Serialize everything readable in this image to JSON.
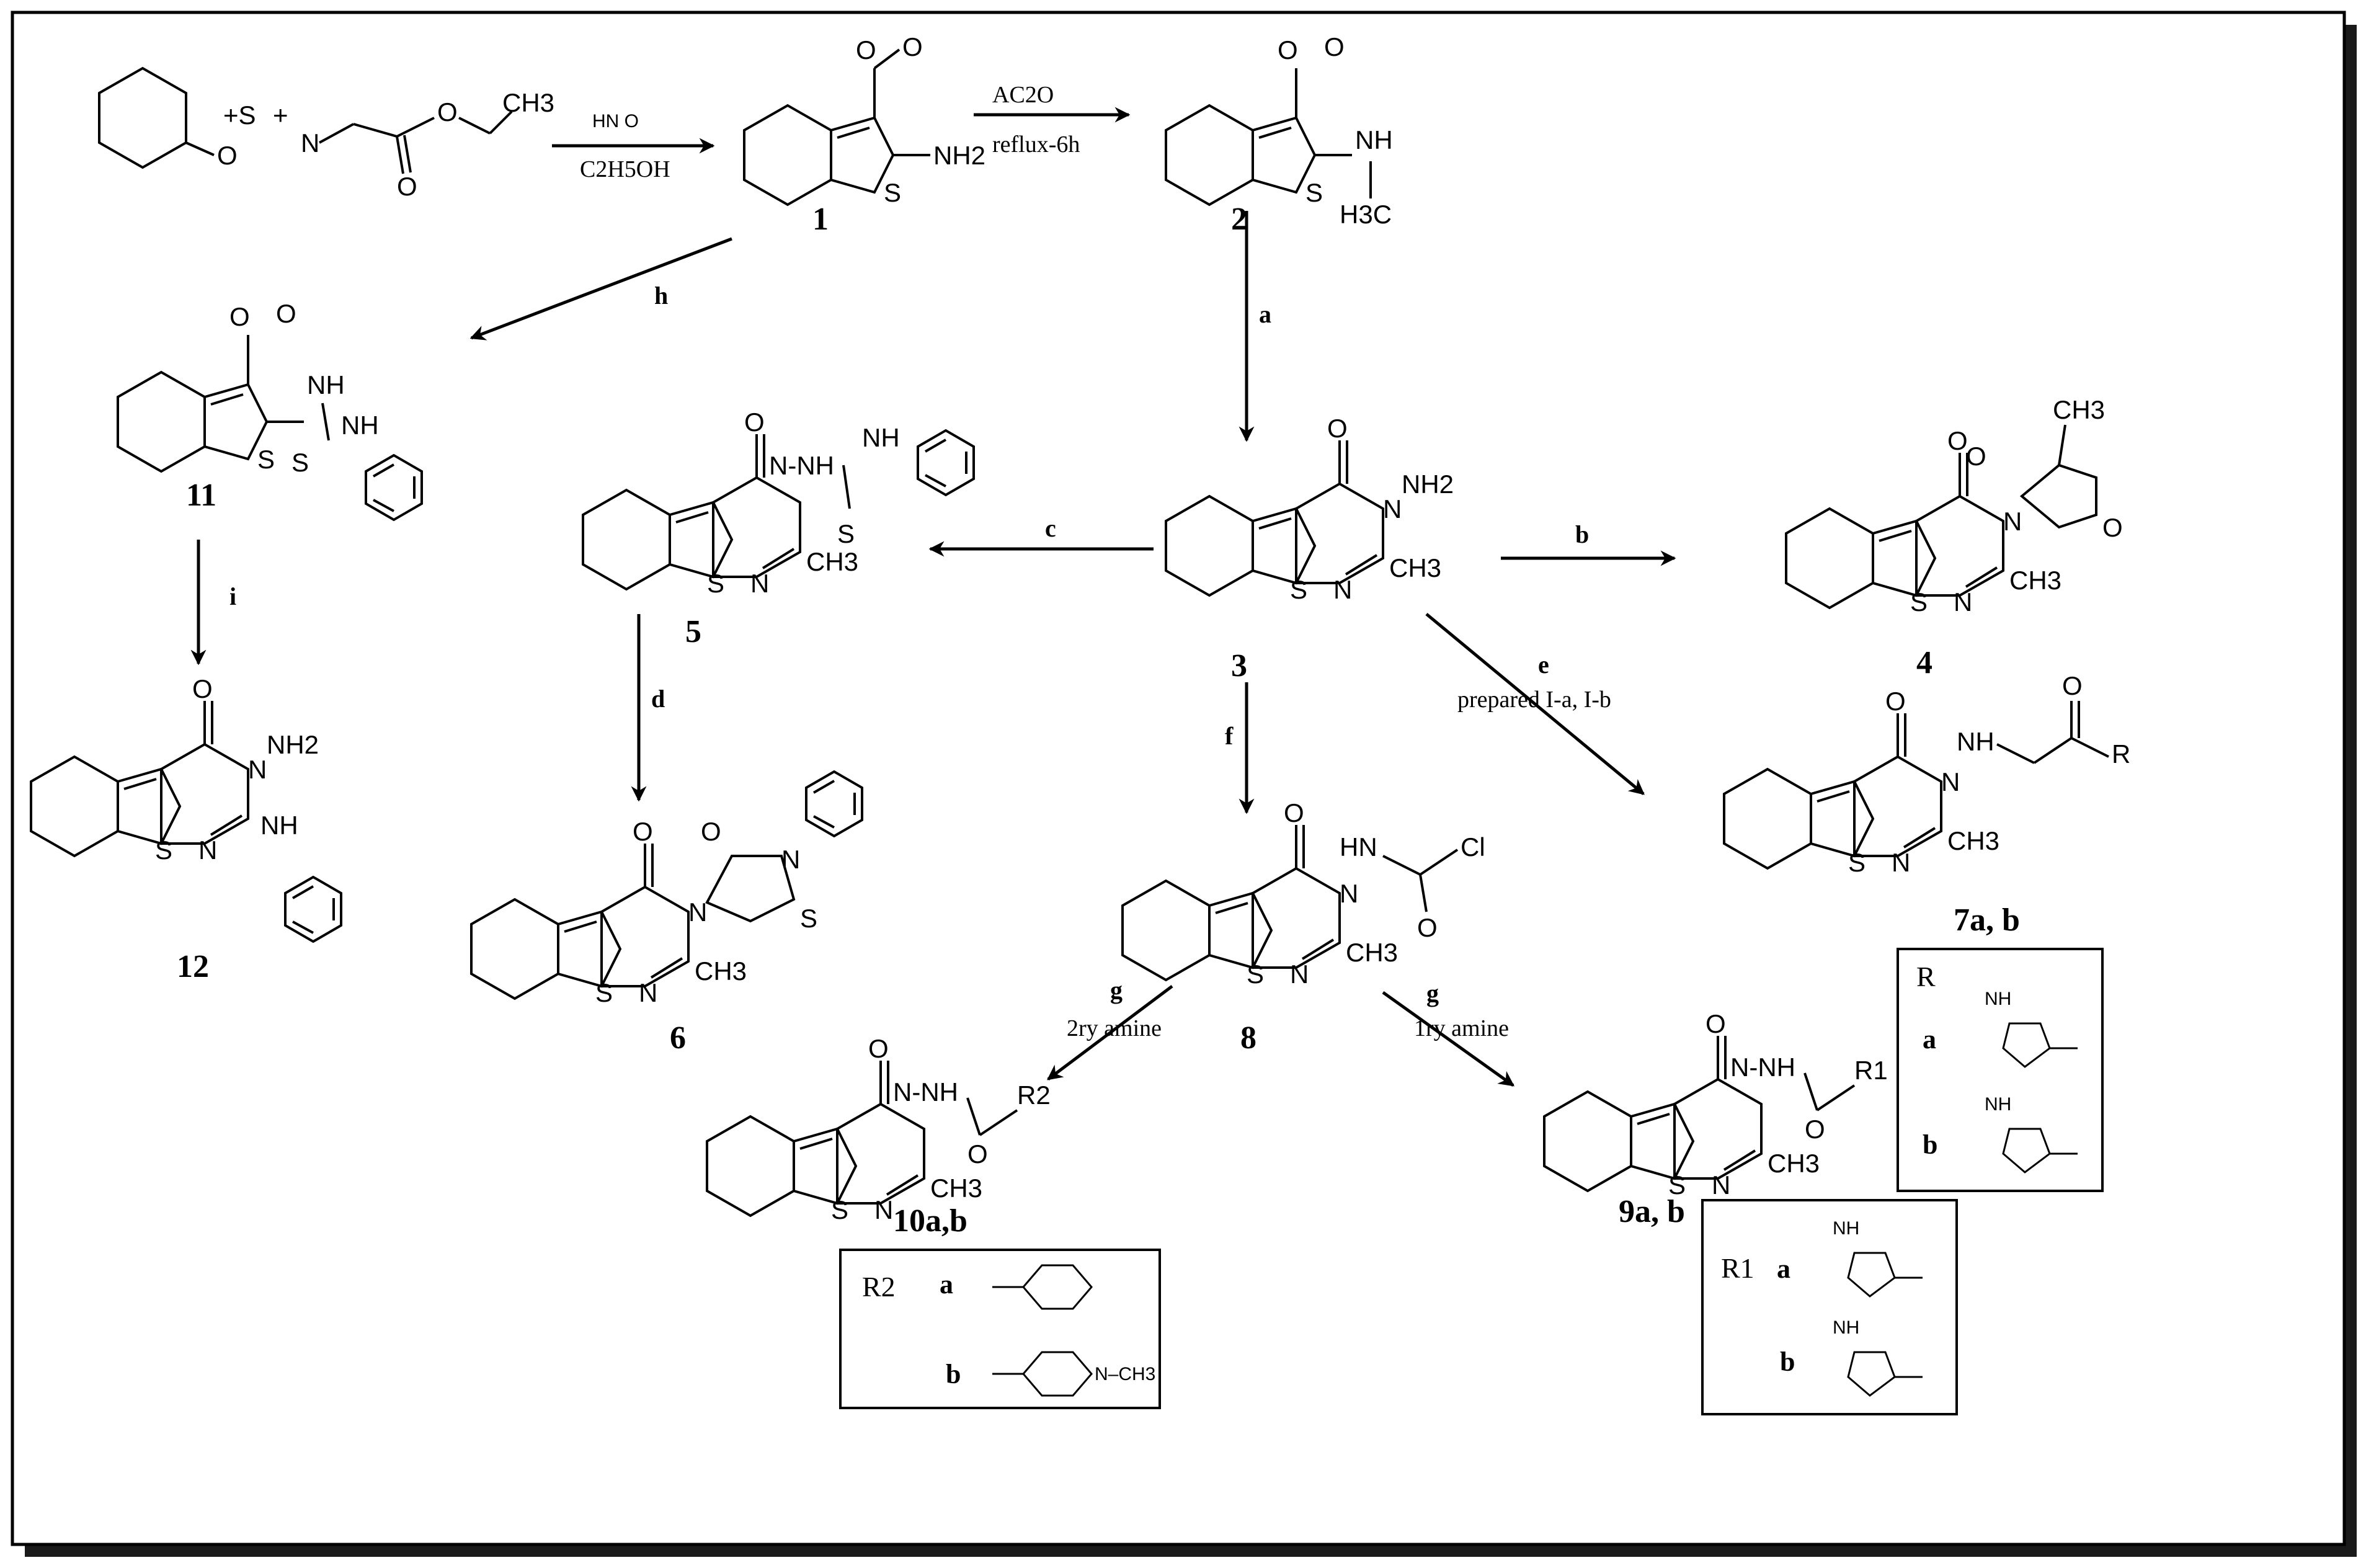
{
  "reagents": {
    "sulfur": "+S",
    "plus": "+",
    "cyano_n": "N",
    "ester_o": "O",
    "ester_ch3": "CH3",
    "ketone_o": "O"
  },
  "arrow_labels": {
    "step1_top": "HN O",
    "step1_bottom": "C2H5OH",
    "step2_top": "AC2O",
    "step2_bottom": "reflux-6h",
    "a": "a",
    "b": "b",
    "c": "c",
    "d": "d",
    "e": "e",
    "e_cond": "prepared I-a, I-b",
    "f": "f",
    "g_left": "g",
    "g_left_cond": "2ry amine",
    "g_right": "g",
    "g_right_cond": "1ry amine",
    "h": "h",
    "i": "i"
  },
  "compounds": {
    "c1": "1",
    "c2": "2",
    "c3": "3",
    "c4": "4",
    "c5": "5",
    "c6": "6",
    "c7": "7a, b",
    "c8": "8",
    "c9": "9a, b",
    "c10": "10a,b",
    "c11": "11",
    "c12": "12"
  },
  "atoms": {
    "O": "O",
    "S": "S",
    "N": "N",
    "NH": "NH",
    "NH2": "NH2",
    "CH3": "CH3",
    "H3C": "H3C",
    "Cl": "Cl",
    "R": "R",
    "R1": "R1",
    "R2": "R2",
    "HN": "HN",
    "NHN": "N-NH"
  },
  "legend7": {
    "title": "R",
    "a": "a",
    "b": "b",
    "a_nh": "NH",
    "b_nh": "NH"
  },
  "legend9": {
    "title": "R1",
    "a": "a",
    "b": "b",
    "a_nh": "NH",
    "b_nh": "NH"
  },
  "legend10": {
    "title": "R2",
    "a": "a",
    "b": "b",
    "b_tail": "N–CH3"
  }
}
